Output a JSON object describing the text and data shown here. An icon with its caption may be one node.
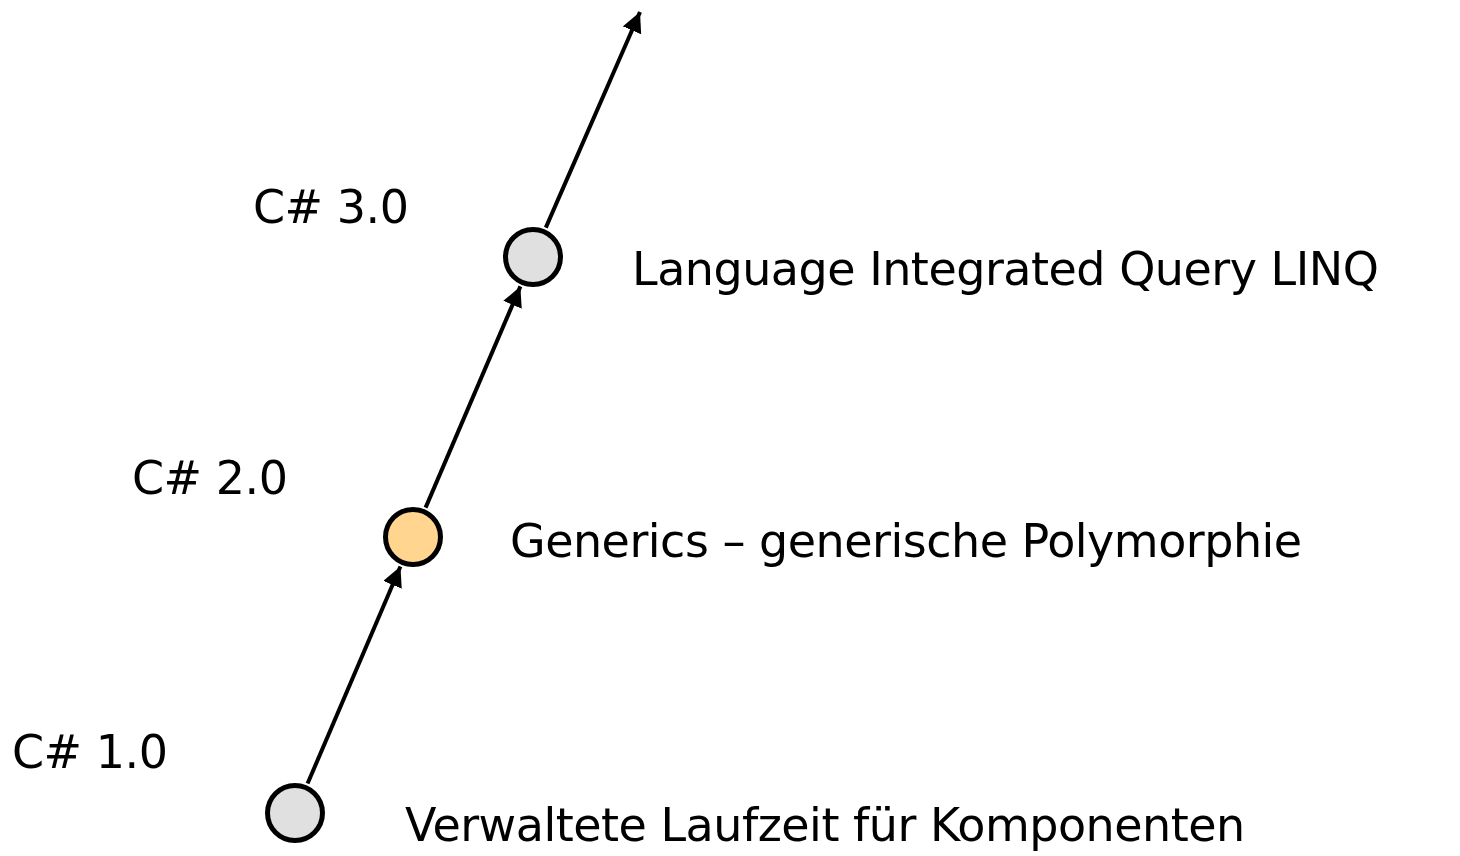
{
  "diagram": {
    "nodes": [
      {
        "text": [],
        "shape": "circle",
        "beside": [
          "C# 1.0",
          "Verwaltete Laufzeit für Komponenten"
        ]
      },
      {
        "text": [],
        "shape": "circle",
        "beside": [
          "C# 2.0",
          "Generics – generische Polymorphie"
        ]
      },
      {
        "text": [],
        "shape": "circle",
        "beside": [
          "C# 3.0",
          "Language Integrated Query LINQ"
        ]
      }
    ],
    "edges": [
      {
        "from": 0,
        "to": 1,
        "arrow": "to"
      },
      {
        "from": 1,
        "to": 2,
        "arrow": "to"
      },
      {
        "from": 2,
        "to": null,
        "arrow": "to"
      }
    ]
  }
}
